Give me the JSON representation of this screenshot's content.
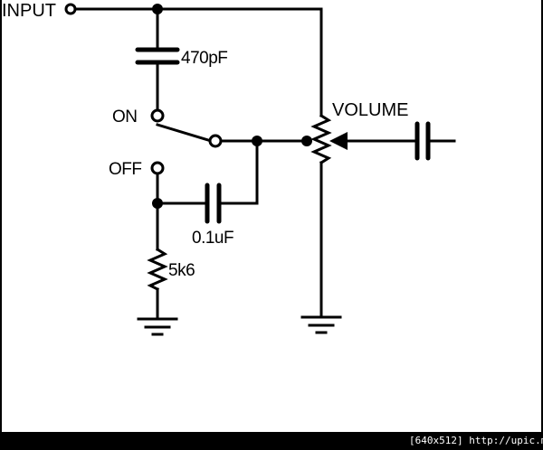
{
  "labels": {
    "input": "INPUT",
    "c1": "470pF",
    "switch_on": "ON",
    "switch_off": "OFF",
    "c2": "0.1uF",
    "resistor": "5k6",
    "volume": "VOLUME"
  },
  "footer": {
    "size": "[640x512]",
    "site": "http://upic.me/"
  }
}
